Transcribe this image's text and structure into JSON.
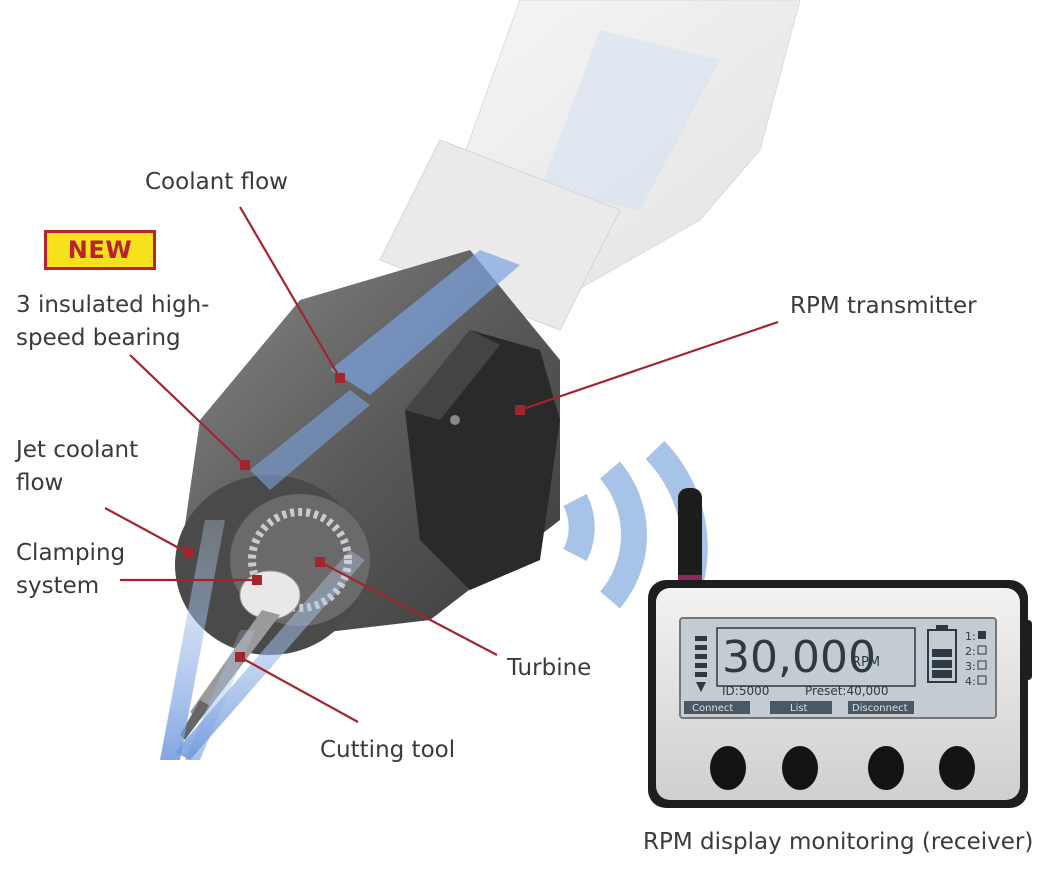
{
  "badge": {
    "text": "NEW"
  },
  "labels": {
    "coolant_flow": "Coolant flow",
    "bearing_line1": "3 insulated high-",
    "bearing_line2": "speed bearing",
    "jet_line1": "Jet coolant",
    "jet_line2": "flow",
    "clamping_line1": "Clamping",
    "clamping_line2": "system",
    "rpm_transmitter": "RPM transmitter",
    "turbine": "Turbine",
    "cutting_tool": "Cutting tool",
    "receiver_caption": "RPM display monitoring (receiver)"
  },
  "display": {
    "rpm_value": "30,000",
    "rpm_unit": "RPM",
    "id_text": "ID:5000",
    "preset_text": "Preset:40,000",
    "channels": [
      "1:",
      "2:",
      "3:",
      "4:"
    ],
    "active_channel": 1,
    "softkeys": [
      "Connect",
      "List",
      "Disconnect"
    ]
  },
  "colors": {
    "leader_line": "#a3242f",
    "badge_fill": "#f5e11c",
    "badge_text": "#b8232f",
    "coolant_blue": "#7aa3e0",
    "signal_blue": "#a7c4e8",
    "lcd_background": "#c4ccd1",
    "device_body": "#222222"
  }
}
